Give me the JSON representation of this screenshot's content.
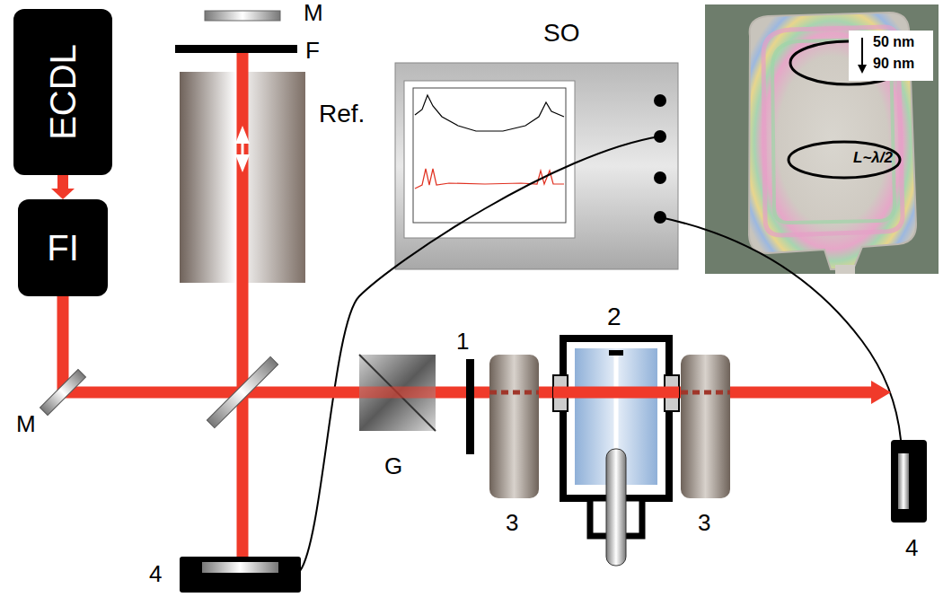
{
  "diagram": {
    "nodes": [
      {
        "text": [
          "ECDL"
        ]
      },
      {
        "text": [
          "FI"
        ]
      }
    ],
    "edges": [
      {
        "from": 0,
        "to": 1,
        "arrow": "to"
      }
    ],
    "labels": [
      "M",
      "F",
      "Ref.",
      "SO",
      "M",
      "G",
      "1",
      "2",
      "3",
      "3",
      "4",
      "4",
      "50 nm",
      "90 nm",
      "L~λ/2"
    ]
  }
}
